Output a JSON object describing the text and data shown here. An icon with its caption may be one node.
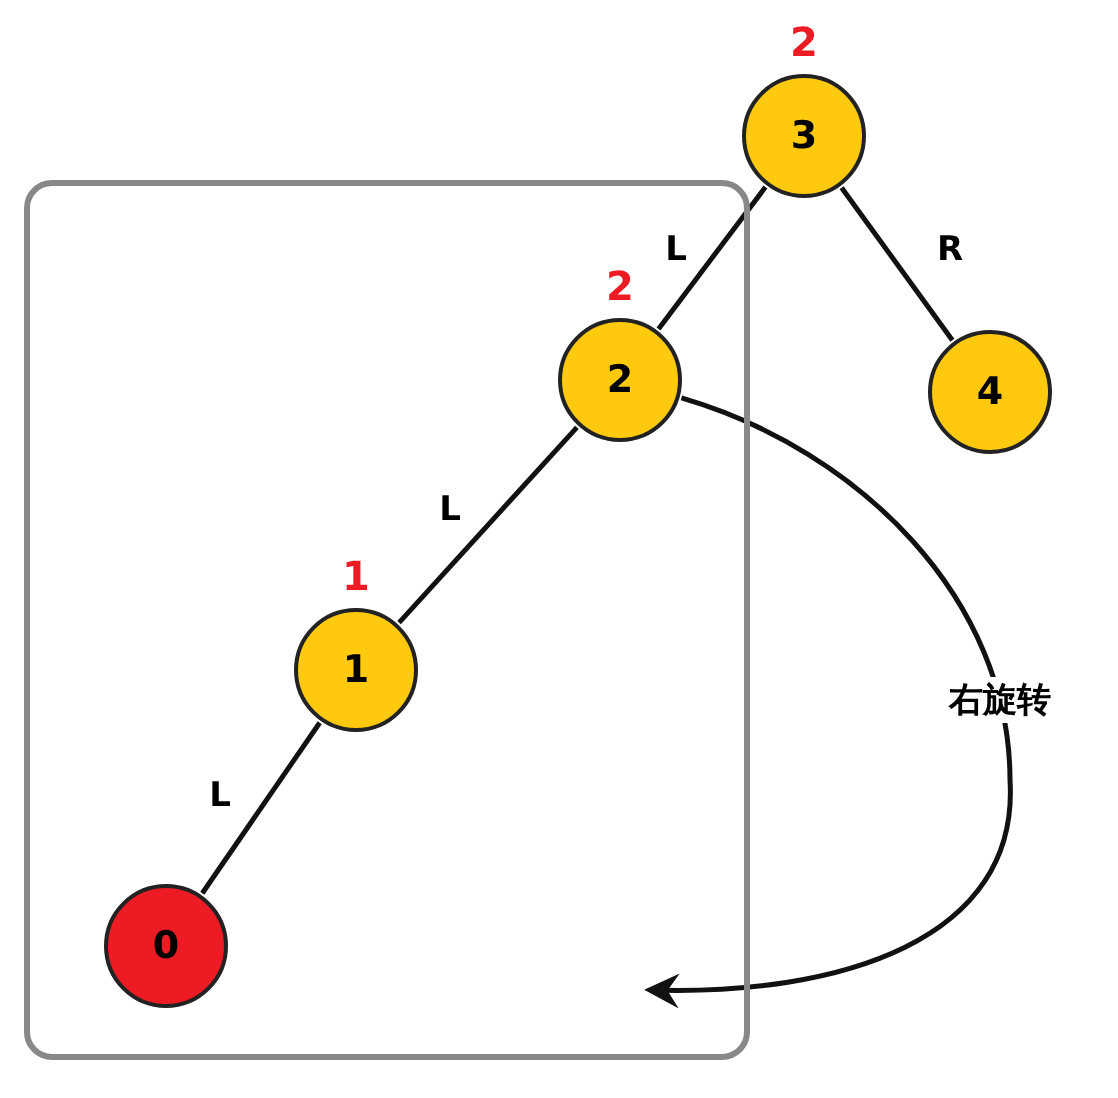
{
  "diagram": {
    "nodes": [
      {
        "text": [
          "3"
        ],
        "beside": [
          "2"
        ]
      },
      {
        "text": [],
        "shape": "box"
      },
      {
        "text": [
          "2"
        ],
        "beside": [
          "2"
        ],
        "in": 1
      },
      {
        "text": [
          "4"
        ]
      },
      {
        "text": [
          "1"
        ],
        "beside": [
          "1"
        ],
        "in": 1
      },
      {
        "text": [
          "0"
        ],
        "in": 1
      }
    ],
    "edges": [
      {
        "from": 0,
        "to": 2,
        "arrow": "none",
        "label": "L"
      },
      {
        "from": 0,
        "to": 3,
        "arrow": "none",
        "label": "R"
      },
      {
        "from": 2,
        "to": 4,
        "arrow": "none",
        "label": "L"
      },
      {
        "from": 4,
        "to": 5,
        "arrow": "none",
        "label": "L"
      },
      {
        "from": 2,
        "to": null,
        "arrow": "to",
        "label": "右旋转"
      }
    ]
  }
}
